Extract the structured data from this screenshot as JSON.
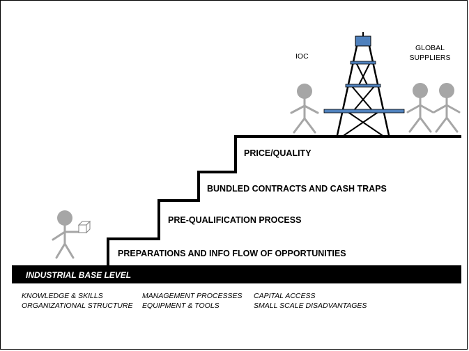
{
  "diagram": {
    "base_label": "INDUSTRIAL BASE LEVEL",
    "steps": [
      "PREPARATIONS AND INFO FLOW OF OPPORTUNITIES",
      "PRE-QUALIFICATION PROCESS",
      "BUNDLED CONTRACTS AND CASH TRAPS",
      "PRICE/QUALITY"
    ],
    "actors": {
      "ioc": "IOC",
      "global_suppliers_line1": "GLOBAL",
      "global_suppliers_line2": "SUPPLIERS"
    },
    "base_factors": {
      "col1_line1": "KNOWLEDGE & SKILLS",
      "col1_line2": "ORGANIZATIONAL STRUCTURE",
      "col2_line1": "MANAGEMENT PROCESSES",
      "col2_line2": "EQUIPMENT & TOOLS",
      "col3_line1": "CAPITAL ACCESS",
      "col3_line2": "SMALL SCALE DISADVANTAGES"
    },
    "colors": {
      "figure": "#a6a6a6",
      "tower": "#000000",
      "tower_platform": "#4f81bd",
      "staircase": "#000000"
    }
  }
}
